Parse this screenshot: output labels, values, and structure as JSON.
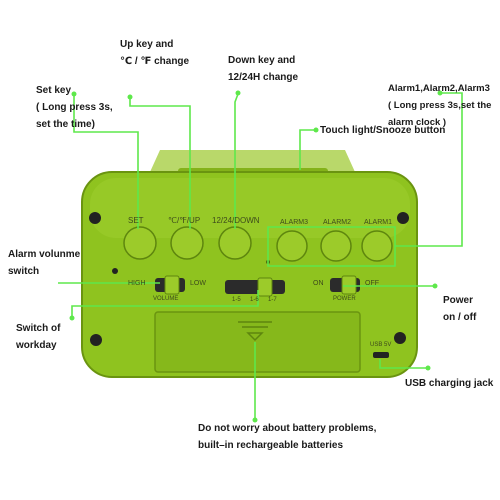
{
  "colors": {
    "device_body": "#8fc31f",
    "device_shade": "#7bab16",
    "device_edge": "#6a9410",
    "callout_line": "#5ee84b",
    "button": "#9ccb2a",
    "screw": "#222222",
    "text": "#1a1a1a"
  },
  "labels": {
    "up_key": [
      "Up key and",
      "℃ / ℉  change"
    ],
    "down_key": [
      "Down key and",
      "12/24H change"
    ],
    "set_key": [
      "Set key",
      "( Long press 3s,",
      "set the time)"
    ],
    "alarm": [
      "Alarm1,Alarm2,Alarm3",
      "( Long press 3s,set the",
      "alarm clock )"
    ],
    "touch": [
      "Touch light/Snooze button"
    ],
    "volume": [
      "Alarm volunme",
      "switch"
    ],
    "power": [
      "Power",
      "on / off"
    ],
    "workday": [
      "Switch of",
      "workday"
    ],
    "usb": [
      "USB charging jack"
    ],
    "battery": [
      "Do not worry about battery problems,",
      "built–in rechargeable batteries"
    ]
  },
  "device": {
    "set": "SET",
    "temp_up": "℃/℉/UP",
    "down": "12/24/DOWN",
    "alarm3": "ALARM3",
    "alarm2": "ALARM2",
    "alarm1": "ALARM1",
    "high": "HIGH",
    "low": "LOW",
    "volume": "VOLUME",
    "on": "ON",
    "off": "OFF",
    "power": "POWER",
    "workday_1": "1-5",
    "workday_2": "1-6",
    "workday_3": "1-7",
    "usb": "USB 5V"
  }
}
